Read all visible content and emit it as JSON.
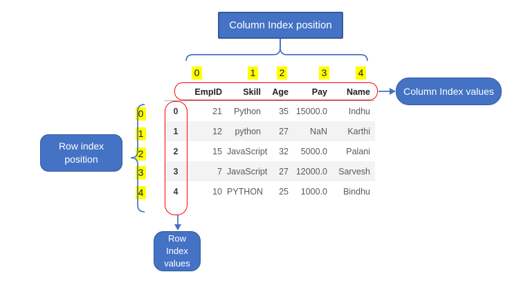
{
  "annotations": {
    "column_index_position": "Column Index position",
    "column_index_values": "Column Index values",
    "row_index_position": "Row index position",
    "row_index_values": "Row Index values"
  },
  "column_index_positions": [
    "0",
    "1",
    "2",
    "3",
    "4"
  ],
  "row_index_positions": [
    "0",
    "1",
    "2",
    "3",
    "4"
  ],
  "table": {
    "columns": [
      "EmpID",
      "Skill",
      "Age",
      "Pay",
      "Name"
    ],
    "row_index_values": [
      "0",
      "1",
      "2",
      "3",
      "4"
    ],
    "rows": [
      [
        "21",
        "Python",
        "35",
        "15000.0",
        "Indhu"
      ],
      [
        "12",
        "python",
        "27",
        "NaN",
        "Karthi"
      ],
      [
        "15",
        "JavaScript",
        "32",
        "5000.0",
        "Palani"
      ],
      [
        "7",
        "JavaScript",
        "27",
        "12000.0",
        "Sarvesh"
      ],
      [
        "10",
        "PYTHON",
        "25",
        "1000.0",
        "Bindhu"
      ]
    ]
  },
  "colors": {
    "accent_blue": "#4472C4",
    "accent_blue_border": "#35599C",
    "outline_red": "#FF0000",
    "highlight_yellow": "#FFFF00",
    "alt_row": "#F3F3F3",
    "data_text": "#595959"
  }
}
